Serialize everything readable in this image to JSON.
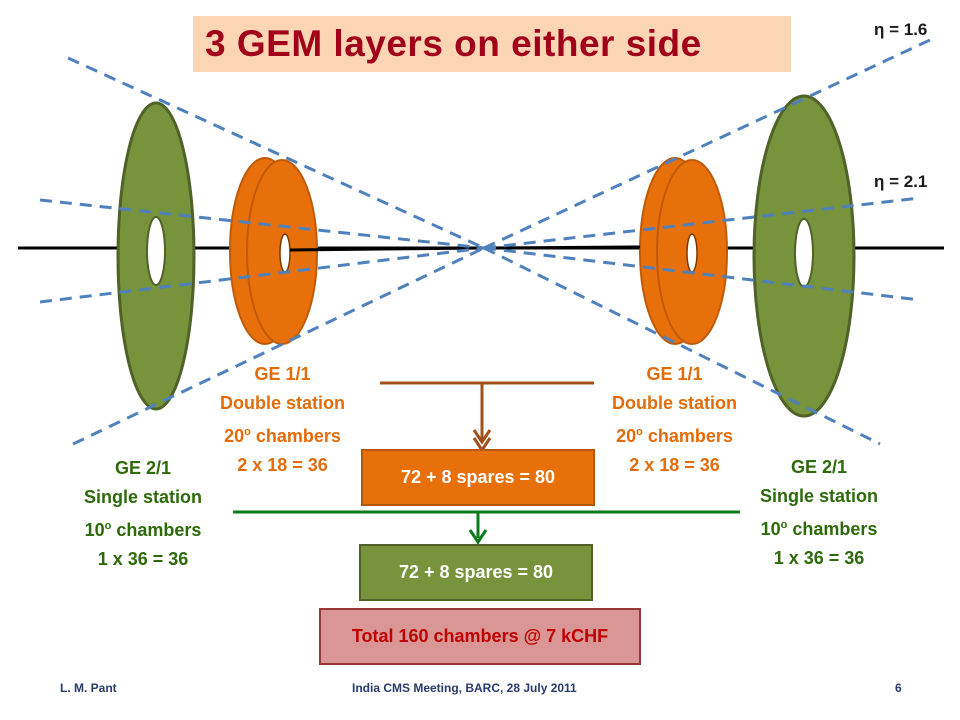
{
  "title": "3 GEM layers on either side",
  "eta_labels": {
    "outer": "η = 1.6",
    "inner": "η = 2.1"
  },
  "labels": {
    "ge11_left": [
      "GE 1/1",
      "Double station",
      "20",
      "chambers",
      "2 x 18 = 36"
    ],
    "ge11_right": [
      "GE 1/1",
      "Double station",
      "20",
      "chambers",
      "2 x 18 = 36"
    ],
    "ge21_left": [
      "GE 2/1",
      "Single station",
      "10",
      "chambers",
      "1 x 36 = 36"
    ],
    "ge21_right": [
      "GE 2/1",
      "Single station",
      "10",
      "chambers",
      "1 x 36 = 36"
    ],
    "degree": "o"
  },
  "boxes": {
    "ge11_total": "72 + 8 spares = 80",
    "ge21_total": "72 + 8 spares = 80",
    "grand_total": "Total 160 chambers @ 7 kCHF"
  },
  "footer": {
    "author": "L. M. Pant",
    "event": "India CMS Meeting, BARC, 28 July 2011",
    "page": "6"
  },
  "colors": {
    "title_bg": "#fcd5b5",
    "title_text": "#a0001a",
    "ge11": "#e8700b",
    "ge21": "#77933c",
    "dashed_lines": "#4f81bd"
  }
}
